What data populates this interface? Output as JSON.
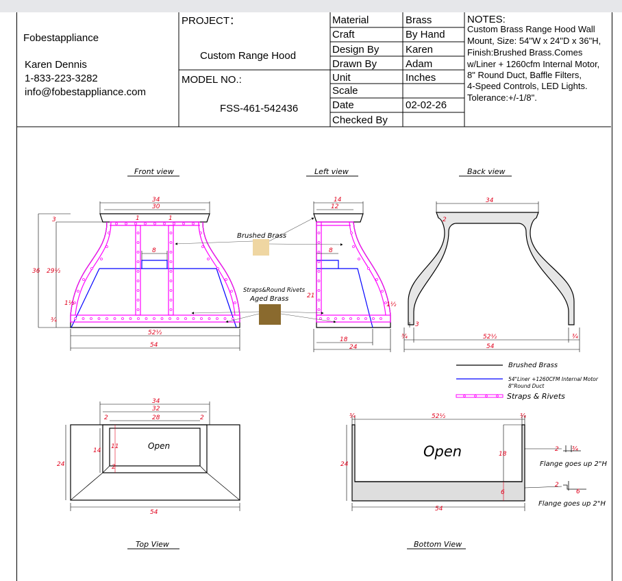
{
  "company": {
    "name": "Fobestappliance",
    "contact_name": "Karen Dennis",
    "phone": "1-833-223-3282",
    "email": "info@fobestappliance.com"
  },
  "project": {
    "label": "PROJECT：",
    "value": "Custom Range Hood",
    "model_label": "MODEL NO.:",
    "model_value": "FSS-461-542436"
  },
  "specs": [
    {
      "label": "Material",
      "value": "Brass"
    },
    {
      "label": "Craft",
      "value": "By Hand"
    },
    {
      "label": "Design By",
      "value": "Karen"
    },
    {
      "label": "Drawn By",
      "value": "Adam"
    },
    {
      "label": "Unit",
      "value": "Inches"
    },
    {
      "label": "Scale",
      "value": ""
    },
    {
      "label": "Date",
      "value": "02-02-26"
    },
    {
      "label": "Checked By",
      "value": ""
    }
  ],
  "notes": {
    "title": "NOTES:",
    "lines": [
      "Custom Brass Range Hood Wall",
      "Mount, Size: 54\"W x 24\"D x 36\"H,",
      "Finish:Brushed Brass.Comes",
      "w/Liner + 1260cfm Internal Motor,",
      "8\" Round Duct, Baffle Filters,",
      "4-Speed Controls, LED Lights.",
      "Tolerance:+/-1/8\"."
    ]
  },
  "views": {
    "front": "Front view",
    "left": "Left view",
    "back": "Back view",
    "top": "Top View",
    "bottom": "Bottom View"
  },
  "callouts": {
    "brushed_brass": "Brushed Brass",
    "straps_line1": "Straps&Round Rivets",
    "straps_line2": "Aged Brass",
    "open_top": "Open",
    "open_bottom": "Open",
    "flange_1": "Flange goes up 2\"H",
    "flange_2": "Flange goes up 2\"H"
  },
  "legend": [
    {
      "label": "Brushed Brass",
      "color": "#000000"
    },
    {
      "label": "54\"Liner +1260CFM Internal Motor",
      "label2": "8\"Round Duct",
      "color": "#0000ff"
    },
    {
      "label": "Straps &  Rivets",
      "color": "#ff00ff"
    }
  ],
  "dims": {
    "front_34": "34",
    "front_30": "30",
    "front_3": "3",
    "front_1a": "1",
    "front_1b": "1",
    "front_8": "8",
    "front_36": "36",
    "front_29": "29½",
    "front_1c": "1½",
    "front_h": "¾",
    "front_52": "52½",
    "front_54": "54",
    "left_14": "14",
    "left_12": "12",
    "left_8": "8",
    "left_21": "21",
    "left_1": "1½",
    "left_18": "18",
    "left_24": "24",
    "back_34": "34",
    "back_2": "2",
    "back_3": "3",
    "back_34l": "¾",
    "back_34r": "¾",
    "back_52": "52½",
    "back_54": "54",
    "top_34": "34",
    "top_32": "32",
    "top_28": "28",
    "top_2a": "2",
    "top_2b": "2",
    "top_14": "14",
    "top_11": "11",
    "top_2c": "2",
    "top_24": "24",
    "top_54": "54",
    "bot_34l": "¾",
    "bot_52": "52½",
    "bot_34r": "¾",
    "bot_24": "24",
    "bot_18": "18",
    "bot_6": "6",
    "bot_54": "54",
    "fl_2a": "2",
    "fl_34": "¾",
    "fl_2b": "2",
    "fl_6": "6"
  },
  "colors": {
    "outline": "#000000",
    "liner": "#0000ff",
    "straps": "#ff00ff",
    "dimension_text": "#e0001b",
    "brushed_brass_swatch": "#efd6a2",
    "aged_brass_swatch": "#8a6a2e",
    "shading": "#dedede"
  }
}
